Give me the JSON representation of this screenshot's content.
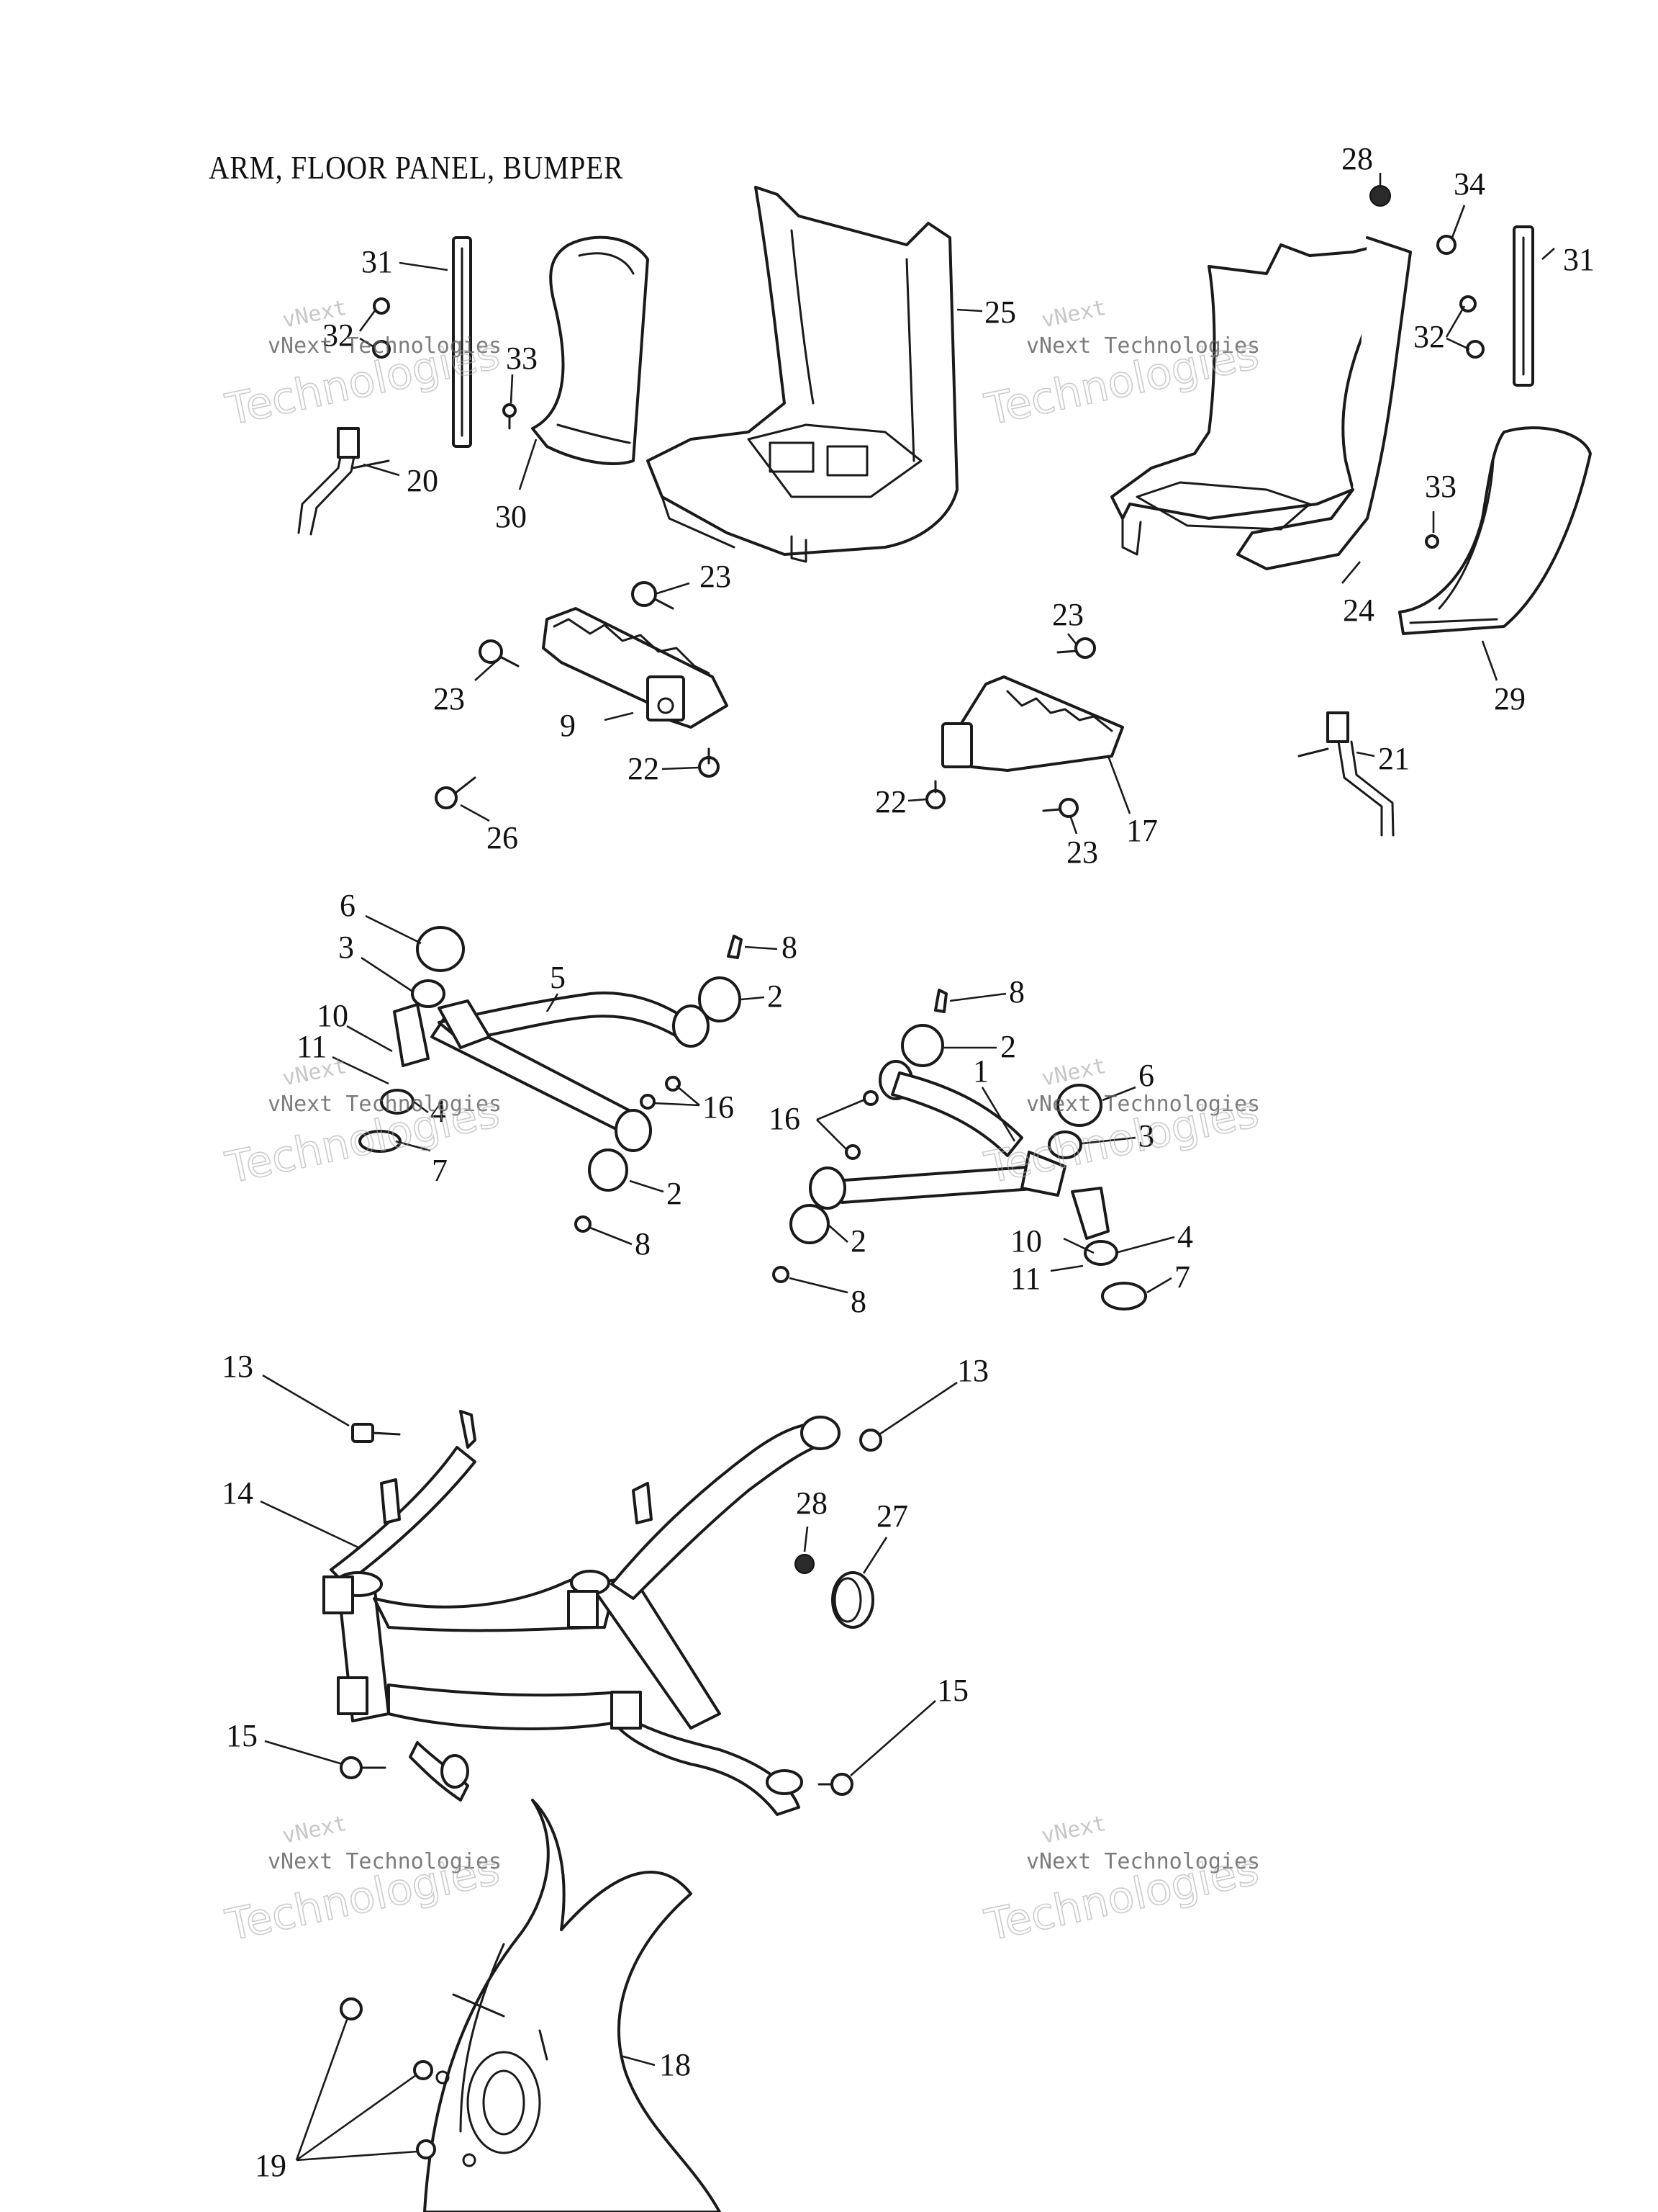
{
  "diagram": {
    "title": "ARM, FLOOR PANEL, BUMPER",
    "watermark": {
      "brand": "vNext",
      "line1": "vNext Technologies",
      "line2": "Technologies"
    },
    "callouts": [
      "31",
      "32",
      "33",
      "30",
      "20",
      "25",
      "28",
      "34",
      "31",
      "32",
      "24",
      "33",
      "29",
      "23",
      "23",
      "9",
      "22",
      "26",
      "23",
      "22",
      "23",
      "17",
      "21",
      "6",
      "3",
      "10",
      "11",
      "4",
      "7",
      "5",
      "8",
      "2",
      "16",
      "2",
      "8",
      "8",
      "2",
      "16",
      "1",
      "6",
      "3",
      "2",
      "10",
      "4",
      "11",
      "7",
      "8",
      "13",
      "14",
      "13",
      "28",
      "27",
      "15",
      "15",
      "18",
      "19"
    ]
  }
}
